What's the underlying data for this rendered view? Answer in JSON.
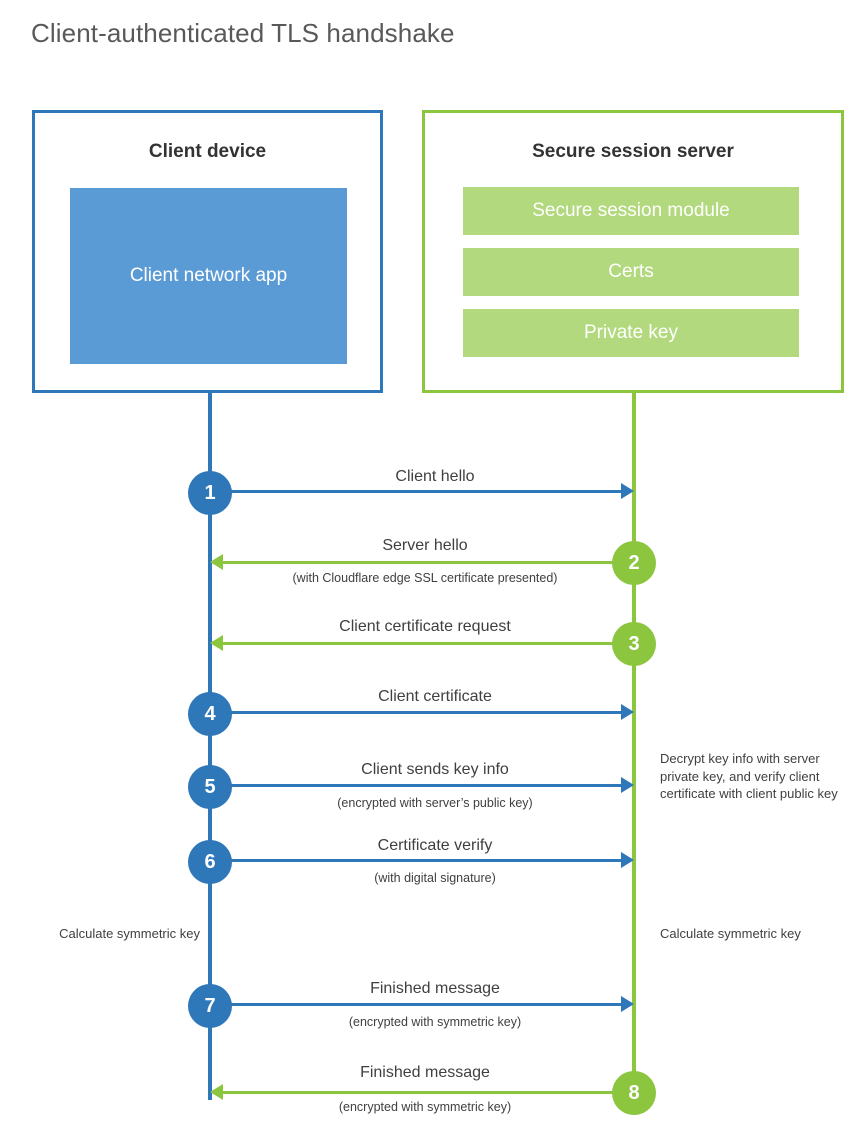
{
  "title": "Client-authenticated TLS handshake",
  "colors": {
    "client_blue": "#2e77b8",
    "client_app_fill": "#5b9bd5",
    "server_green": "#8cc63f",
    "server_bar_fill": "#b2d97d",
    "text_dark": "#404040",
    "title_gray": "#58595b"
  },
  "client": {
    "title": "Client device",
    "app_label": "Client network app"
  },
  "server": {
    "title": "Secure session server",
    "modules": [
      {
        "label": "Secure session module"
      },
      {
        "label": "Certs"
      },
      {
        "label": "Private key"
      }
    ]
  },
  "steps": [
    {
      "number": "1",
      "label": "Client hello",
      "sub": "",
      "direction": "client-to-server",
      "color": "blue"
    },
    {
      "number": "2",
      "label": "Server hello",
      "sub": "(with Cloudflare edge SSL certificate presented)",
      "direction": "server-to-client",
      "color": "green"
    },
    {
      "number": "3",
      "label": "Client certificate request",
      "sub": "",
      "direction": "server-to-client",
      "color": "green"
    },
    {
      "number": "4",
      "label": "Client certificate",
      "sub": "",
      "direction": "client-to-server",
      "color": "blue"
    },
    {
      "number": "5",
      "label": "Client sends key info",
      "sub": "(encrypted with server’s public key)",
      "direction": "client-to-server",
      "color": "blue"
    },
    {
      "number": "6",
      "label": "Certificate verify",
      "sub": "(with digital signature)",
      "direction": "client-to-server",
      "color": "blue"
    },
    {
      "number": "7",
      "label": "Finished message",
      "sub": "(encrypted with symmetric key)",
      "direction": "client-to-server",
      "color": "blue"
    },
    {
      "number": "8",
      "label": "Finished message",
      "sub": "(encrypted with symmetric key)",
      "direction": "server-to-client",
      "color": "green"
    }
  ],
  "notes": {
    "server_decrypt": "Decrypt key info with server private key, and verify client certificate with client public key",
    "client_calc": "Calculate symmetric key",
    "server_calc": "Calculate symmetric key"
  }
}
